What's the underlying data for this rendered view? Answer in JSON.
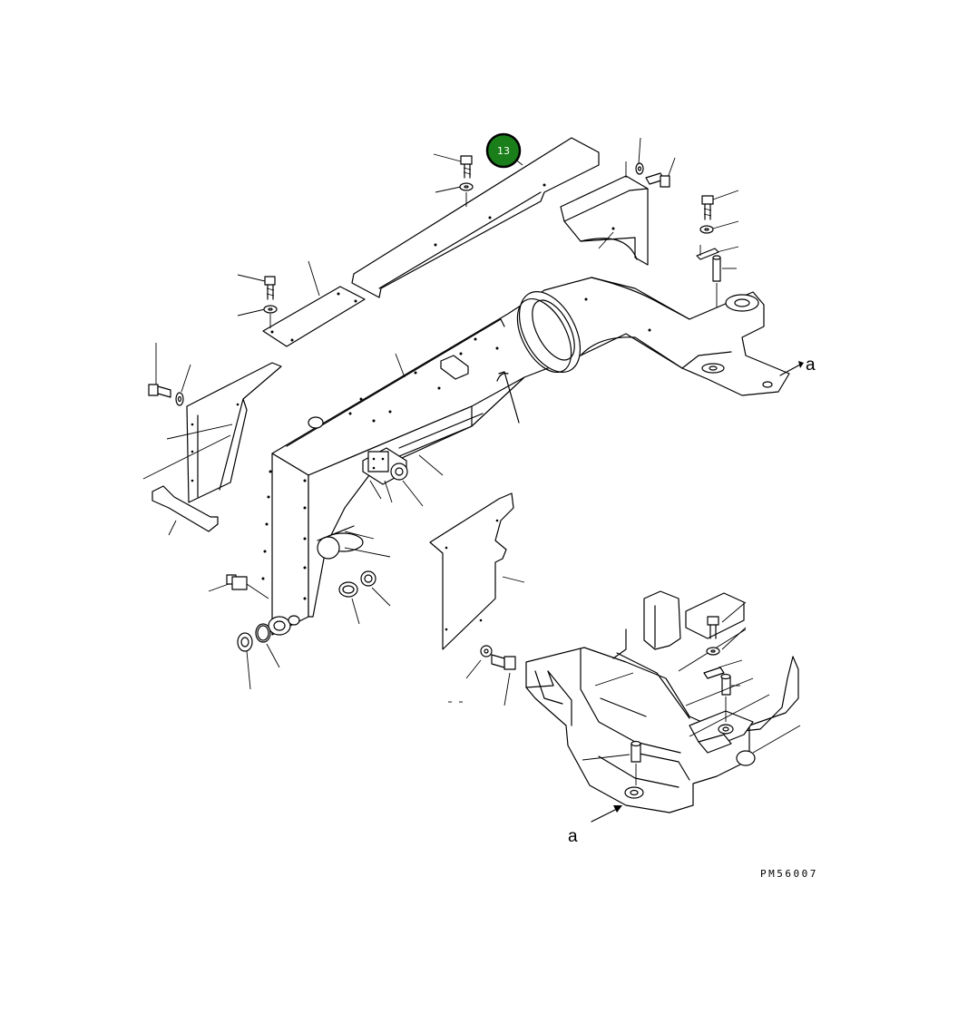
{
  "diagram": {
    "callout": {
      "number": "13",
      "fill": "#1a7f1a",
      "ring": "#000000"
    },
    "view_marker_label": "a",
    "view_marker_label_lower": "a",
    "drawing_code": "PM56007"
  }
}
